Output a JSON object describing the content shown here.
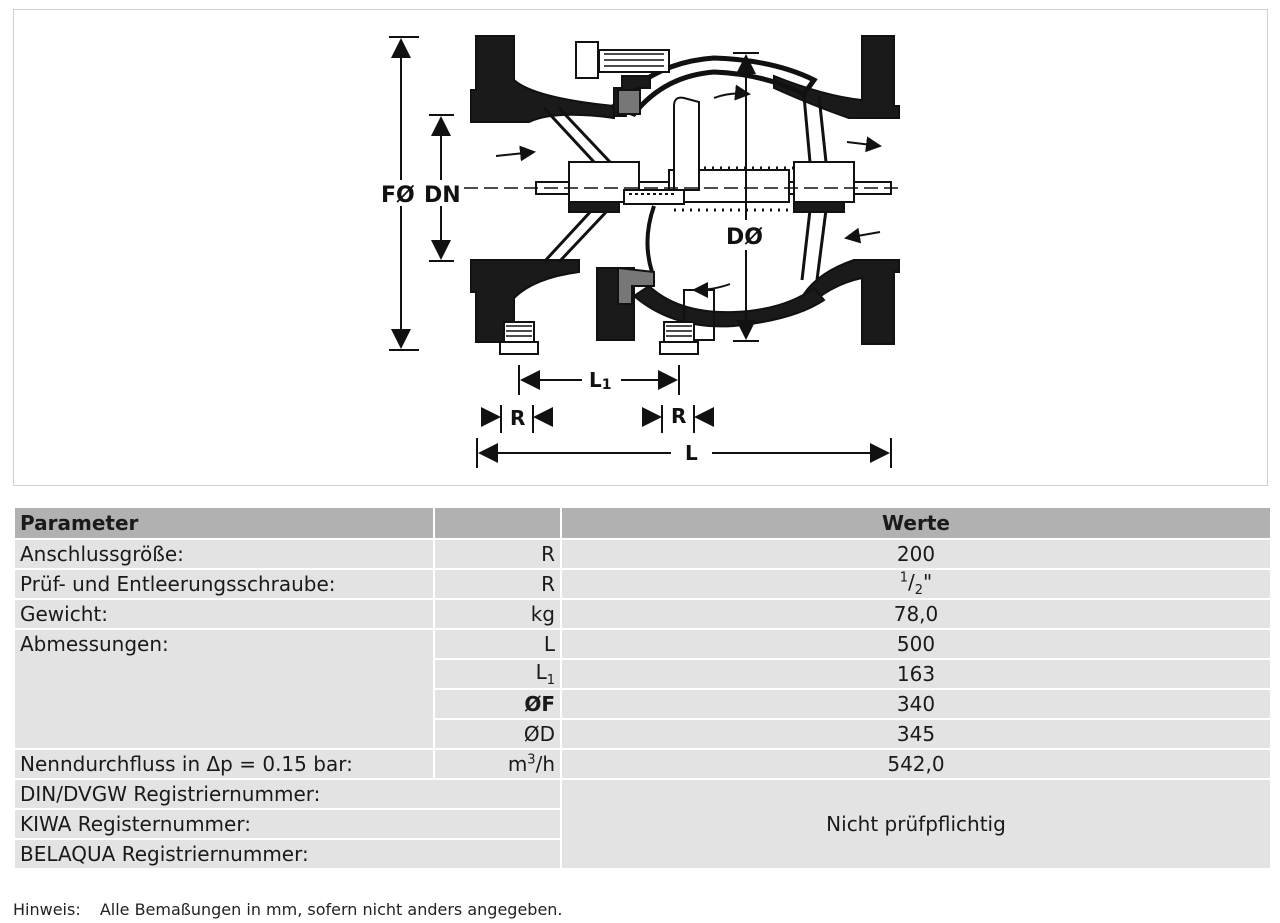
{
  "drawing": {
    "dim_labels": {
      "f_dia": "FØ",
      "dn": "DN",
      "d_dia": "DØ",
      "l1": "L",
      "l1_sub": "1",
      "r_left": "R",
      "r_right": "R",
      "l": "L"
    }
  },
  "table": {
    "headers": [
      "Parameter",
      "",
      "Werte"
    ],
    "rows": [
      {
        "param": "Anschlussgröße:",
        "unit": "R",
        "value": "200"
      },
      {
        "param": "Prüf- und Entleerungsschraube:",
        "unit": "R",
        "value_num": "1",
        "value_slash": "/",
        "value_den": "2",
        "value_suffix": "\""
      },
      {
        "param": "Gewicht:",
        "unit": "kg",
        "value": "78,0"
      },
      {
        "param": "Abmessungen:",
        "unit": "L",
        "value": "500"
      },
      {
        "param": "",
        "unit": "L",
        "unit_sub": "1",
        "value": "163"
      },
      {
        "param": "",
        "unit": "ØF",
        "value": "340"
      },
      {
        "param": "",
        "unit": "ØD",
        "value": "345"
      },
      {
        "param": "Nenndurchfluss in Δp = 0.15 bar:",
        "unit_base": "m",
        "unit_sup": "3",
        "unit_rest": "/h",
        "value": "542,0"
      }
    ],
    "registry": {
      "rows": [
        "DIN/DVGW Registriernummer:",
        "KIWA Registernummer:",
        "BELAQUA Registriernummer:"
      ],
      "value": "Nicht prüfpflichtig"
    }
  },
  "note": {
    "label": "Hinweis:",
    "text": "Alle Bemaßungen in mm, sofern nicht anders angegeben."
  }
}
